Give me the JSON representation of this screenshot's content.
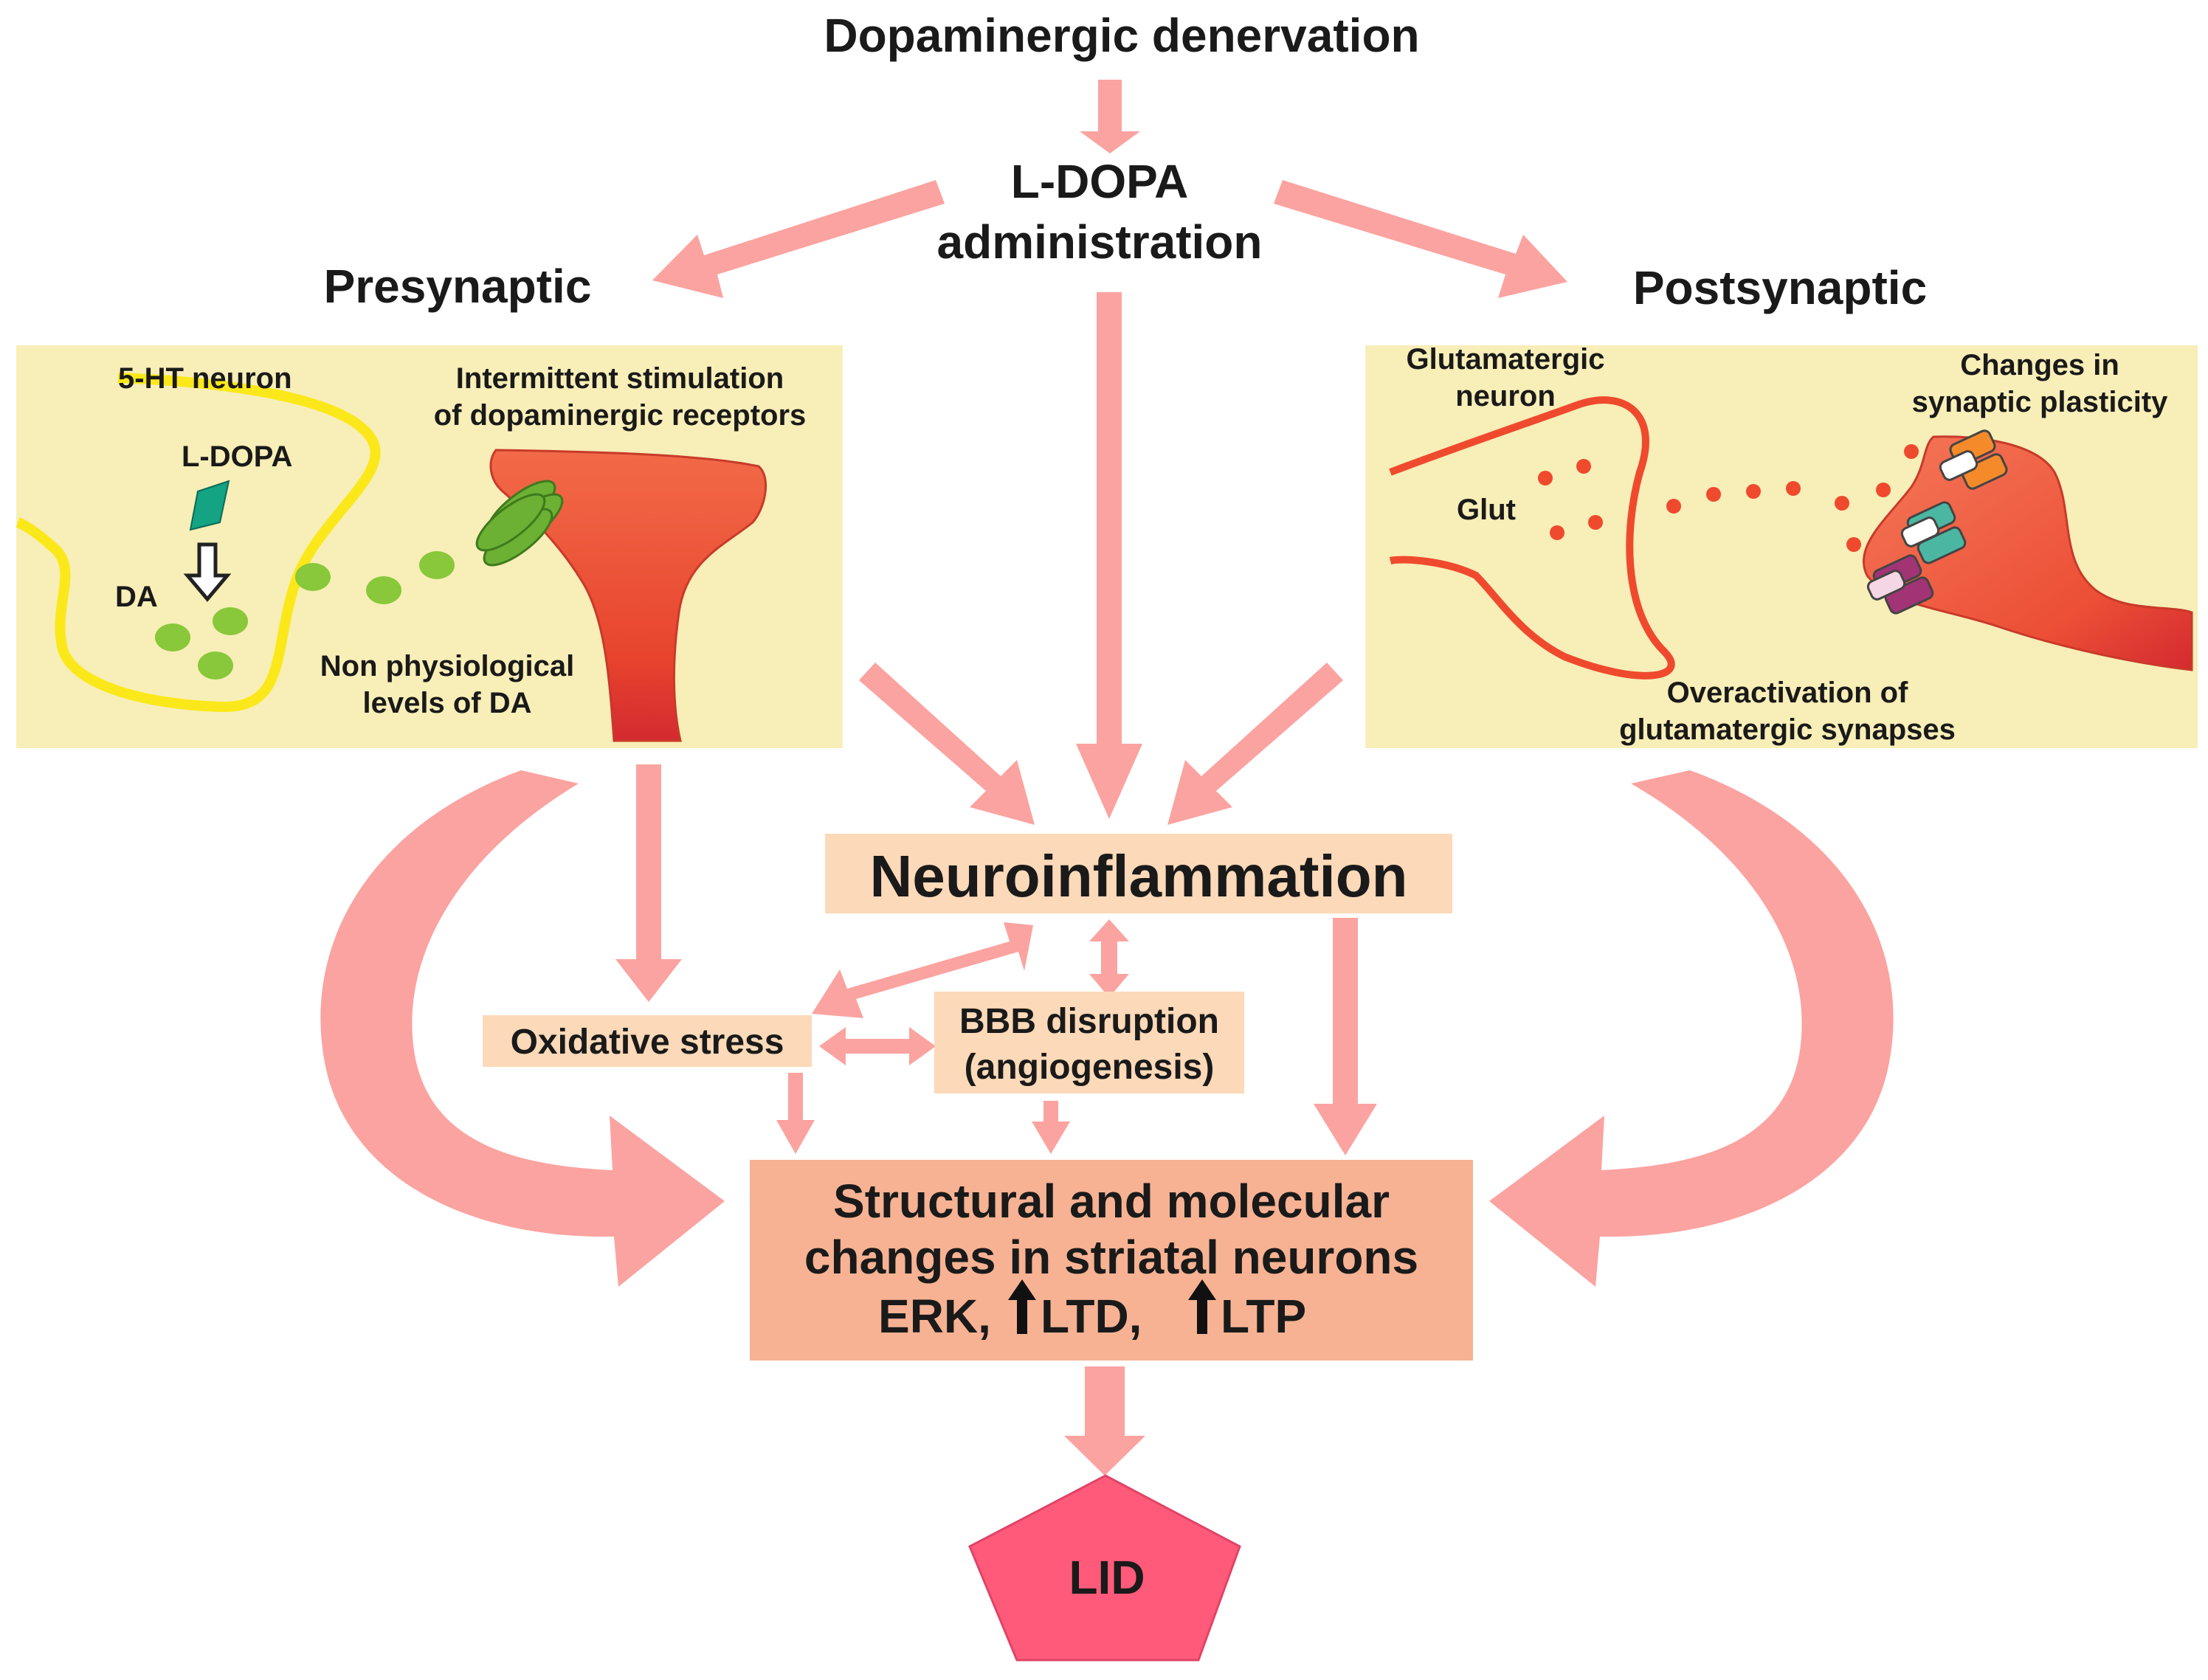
{
  "title": "Dopaminergic denervation",
  "ldopa_admin": {
    "line1": "L-DOPA",
    "line2": "administration"
  },
  "presynaptic": {
    "heading": "Presynaptic",
    "neuron_label": "5-HT  neuron",
    "ldopa_label": "L-DOPA",
    "da_label": "DA",
    "stim_line1": "Intermittent stimulation",
    "stim_line2": "of dopaminergic receptors",
    "nonphys_line1": "Non physiological",
    "nonphys_line2": "levels of DA"
  },
  "postsynaptic": {
    "heading": "Postsynaptic",
    "glut_neuron_line1": "Glutamatergic",
    "glut_neuron_line2": "neuron",
    "glut_label": "Glut",
    "plasticity_line1": "Changes in",
    "plasticity_line2": "synaptic plasticity",
    "overact_line1": "Overactivation of",
    "overact_line2": "glutamatergic synapses"
  },
  "neuroinflammation": "Neuroinflammation",
  "oxidative_stress": "Oxidative stress",
  "bbb": {
    "line1": "BBB disruption",
    "line2": "(angiogenesis)"
  },
  "structural": {
    "line1": "Structural and molecular",
    "line2": "changes in striatal neurons",
    "line3_erk": "ERK,",
    "line3_ltd": "LTD,",
    "line3_ltp": "LTP"
  },
  "lid": "LID",
  "colors": {
    "arrow": "#fba3a0",
    "panel": "#f8eeb7",
    "label_box": "#fcd9b8",
    "structural_box": "#f6b293",
    "lid": "#ff5a7a",
    "neuron_red": "#ef4a2e",
    "serotonin_outline": "#fbe81a",
    "vesicle_green": "#88c83a"
  }
}
